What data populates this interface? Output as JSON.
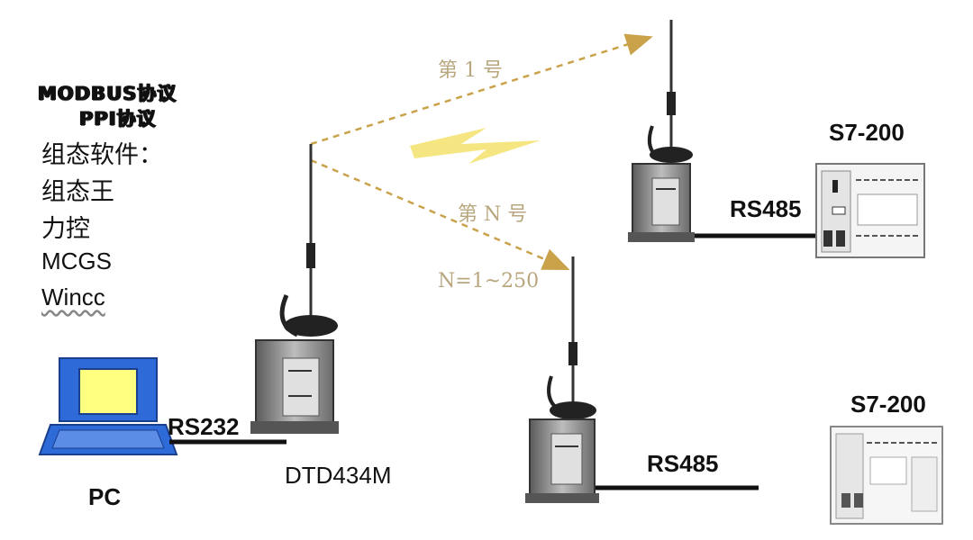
{
  "protocols": [
    "MODBUS协议",
    "PPI协议"
  ],
  "software": {
    "heading": "组态软件：",
    "items": [
      "组态王",
      "力控",
      "MCGS",
      "Wincc"
    ]
  },
  "pc": {
    "label": "PC"
  },
  "master": {
    "label": "DTD434M",
    "link_label": "RS232"
  },
  "wireless": {
    "first_label": "第 1 号",
    "nth_label": "第 N 号",
    "range_label": "N=1~250"
  },
  "nodes": [
    {
      "link_label": "RS485",
      "plc_label": "S7-200"
    },
    {
      "link_label": "RS485",
      "plc_label": "S7-200"
    }
  ],
  "colors": {
    "screen": "#ffff80",
    "laptop": "#2f6bd8",
    "wireless_path": "#c9a24a",
    "label": "#b8a67e"
  }
}
